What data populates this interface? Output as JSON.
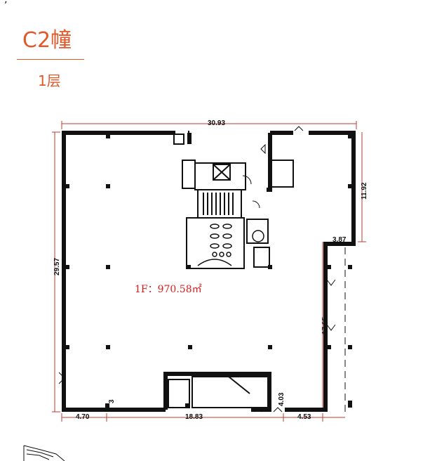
{
  "header": {
    "building": "C2幢",
    "floor": "1层"
  },
  "plan": {
    "area_label": "1F：970.58㎡",
    "dimensions": {
      "top_width": "30.93",
      "left_height": "29.57",
      "right_upper": "11.92",
      "right_step": "3.87",
      "right_lower": "17.65",
      "bottom_left": "4.70",
      "bottom_mid": "18.83",
      "bottom_right": "4.53",
      "bottom_small_left": "3",
      "bottom_small_right": "4.03"
    }
  }
}
